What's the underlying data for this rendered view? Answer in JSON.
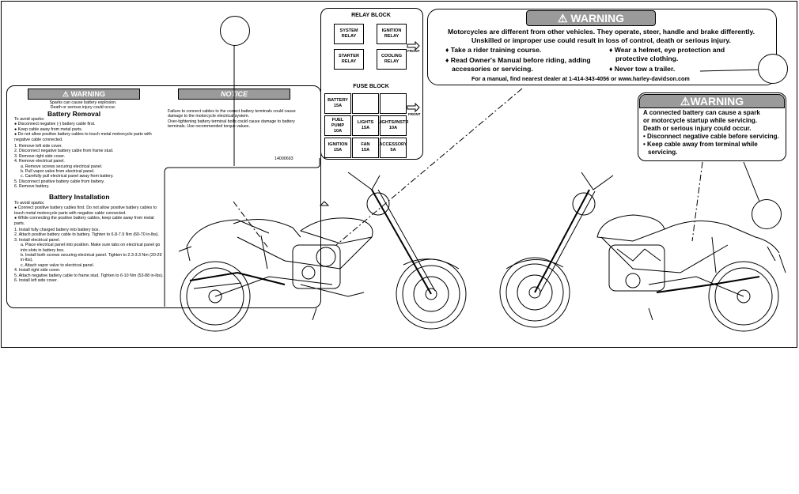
{
  "battery_label": {
    "warning_title": "WARNING",
    "warning_lines": [
      "Sparks can cause battery explosion.",
      "Death or serious injury could occur."
    ],
    "removal_title": "Battery Removal",
    "removal_intro": "To avoid sparks:",
    "removal_bullets": [
      "Disconnect negative (-) battery cable first.",
      "Keep cable away from metal parts.",
      "Do not allow positive battery cables to touch metal motorcycle parts with negative cable connected."
    ],
    "removal_steps": [
      "1. Remove left side cover.",
      "2. Disconnect negative battery cable from frame stud.",
      "3. Remove right side cover.",
      "4. Remove electrical panel.",
      "a. Remove screws securing electrical panel.",
      "b. Pull vapor valve from electrical panel.",
      "c. Carefully pull electrical panel away from battery.",
      "5. Disconnect positive battery cable from battery.",
      "6. Remove battery."
    ],
    "install_title": "Battery Installation",
    "install_intro": "To avoid sparks:",
    "install_bullets": [
      "Connect positive battery cables first. Do not allow positive battery cables to touch metal motorcycle parts with negative cable connected.",
      "While connecting the positive battery cables, keep cable away from metal parts."
    ],
    "install_steps": [
      "1. Install fully charged battery into battery box.",
      "2. Attach positive battery cable to battery. Tighten to 6.8-7.9 Nm (60-70 in-lbs).",
      "3. Install electrical panel.",
      "a. Place electrical panel into position. Make sure tabs on electrical panel go into slots in battery box.",
      "b. Install both screws securing electrical panel. Tighten to 2.3-3.3 Nm (20-29 in-lbs).",
      "c. Attach vapor valve to electrical panel.",
      "4. Install right side cover.",
      "5. Attach negative battery cable to frame stud. Tighten to 6-10 Nm (53-88 in-lbs).",
      "6. Install left side cover."
    ],
    "notice_title": "NOTICE",
    "notice_text": [
      "Failure to connect cables to the correct battery terminals could cause damage to the motorcycle electrical system.",
      "Over-tightening battery terminal bolts could cause damage to battery terminals. Use recommended torque values."
    ],
    "part_number": "14000693"
  },
  "relay_block": {
    "title": "RELAY BLOCK",
    "front_label": "FRONT",
    "relays": [
      {
        "line1": "SYSTEM",
        "line2": "RELAY"
      },
      {
        "line1": "IGNITION",
        "line2": "RELAY"
      },
      {
        "line1": "STARTER",
        "line2": "RELAY"
      },
      {
        "line1": "COOLING",
        "line2": "RELAY"
      }
    ]
  },
  "fuse_block": {
    "title": "FUSE BLOCK",
    "front_label": "FRONT",
    "fuses": [
      {
        "name": "BATTERY",
        "rating": "15A"
      },
      {
        "name": "",
        "rating": ""
      },
      {
        "name": "",
        "rating": ""
      },
      {
        "name": "FUEL PUMP",
        "rating": "10A"
      },
      {
        "name": "LIGHTS",
        "rating": "15A"
      },
      {
        "name": "LIGHTS/INSTR",
        "rating": "10A"
      },
      {
        "name": "IGNITION",
        "rating": "15A"
      },
      {
        "name": "FAN",
        "rating": "15A"
      },
      {
        "name": "ACCESSORY",
        "rating": "5A"
      }
    ]
  },
  "rider_warning": {
    "title": "WARNING",
    "intro_line1": "Motorcycles are different from other vehicles.  They operate, steer, handle and brake differently.",
    "intro_line2": "Unskilled or improper use could result in loss of control, death or serious injury.",
    "left_bullets": [
      "Take a rider training course.",
      "Read Owner's Manual before riding, adding accessories or servicing."
    ],
    "right_bullets": [
      "Wear a helmet, eye protection and protective clothing.",
      "Never tow a trailer."
    ],
    "footer": "For a manual, find nearest dealer at 1-414-343-4056 or www.harley-davidson.com"
  },
  "spark_warning": {
    "title": "WARNING",
    "lines": [
      "A connected battery can cause a spark",
      "or motorcycle startup while servicing.",
      "Death or serious injury could occur."
    ],
    "bullets": [
      "Disconnect negative cable before servicing.",
      "Keep cable away from terminal while servicing."
    ]
  },
  "colors": {
    "warning_bar": "#9a9a9a",
    "line": "#000000"
  }
}
